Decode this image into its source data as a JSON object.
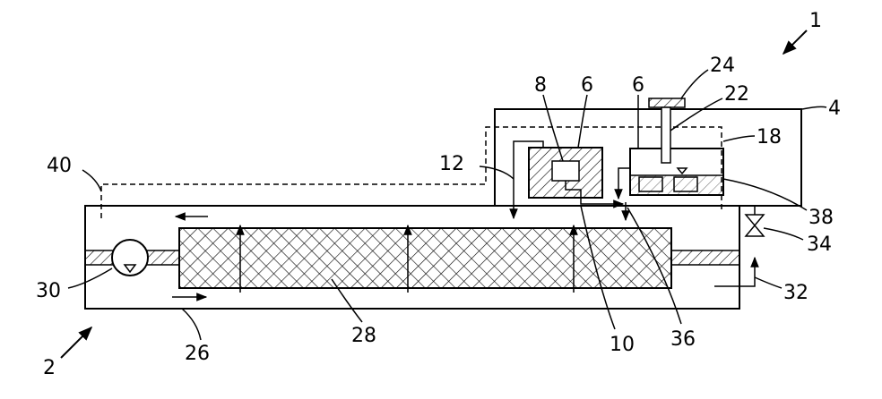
{
  "labels": {
    "l1": "1",
    "l2": "2",
    "l4": "4",
    "l6a": "6",
    "l6b": "6",
    "l8": "8",
    "l10": "10",
    "l12": "12",
    "l18": "18",
    "l22": "22",
    "l24": "24",
    "l26": "26",
    "l28": "28",
    "l30": "30",
    "l32": "32",
    "l34": "34",
    "l36": "36",
    "l38": "38",
    "l40": "40"
  }
}
